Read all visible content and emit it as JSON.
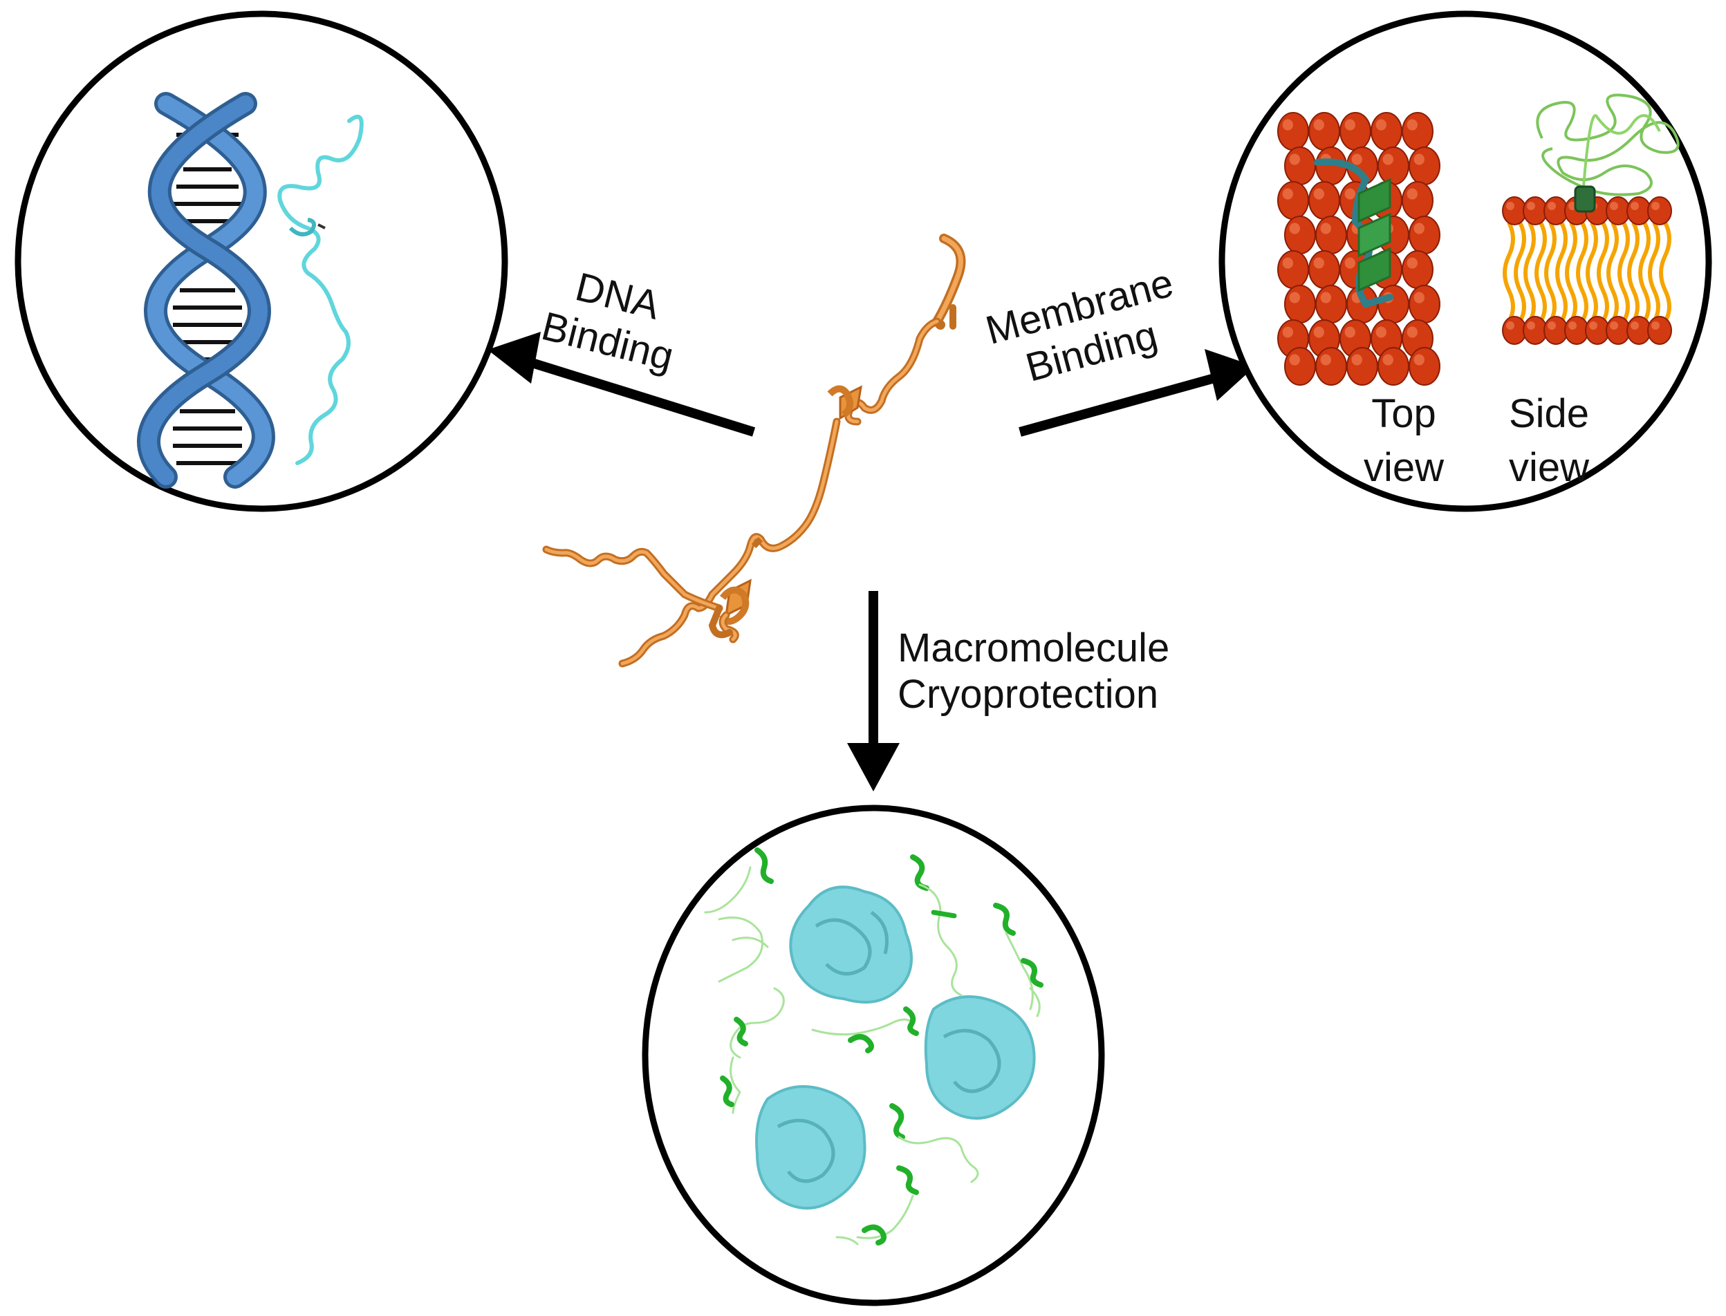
{
  "labels": {
    "dna_binding": [
      "DNA",
      "Binding"
    ],
    "membrane_binding": [
      "Membrane",
      "Binding"
    ],
    "cryoprotection": [
      "Macromolecule",
      "Cryoprotection"
    ],
    "top_view": [
      "Top",
      "view"
    ],
    "side_view": [
      "Side",
      "view"
    ]
  },
  "colors": {
    "outline": "#000000",
    "dna_helix": "#4a86c8",
    "dna_rungs": "#111111",
    "idp_cyan": "#5fd6dc",
    "idp_orange": "#e8943a",
    "lipid_head": "#d23a12",
    "lipid_tail": "#f5a400",
    "helix_green": "#2f8f3a",
    "helix_teal": "#2f7f8a",
    "coil_green": "#7cc45a",
    "protein_surface": "#7fd6df",
    "idp_green": "#22b02a"
  }
}
